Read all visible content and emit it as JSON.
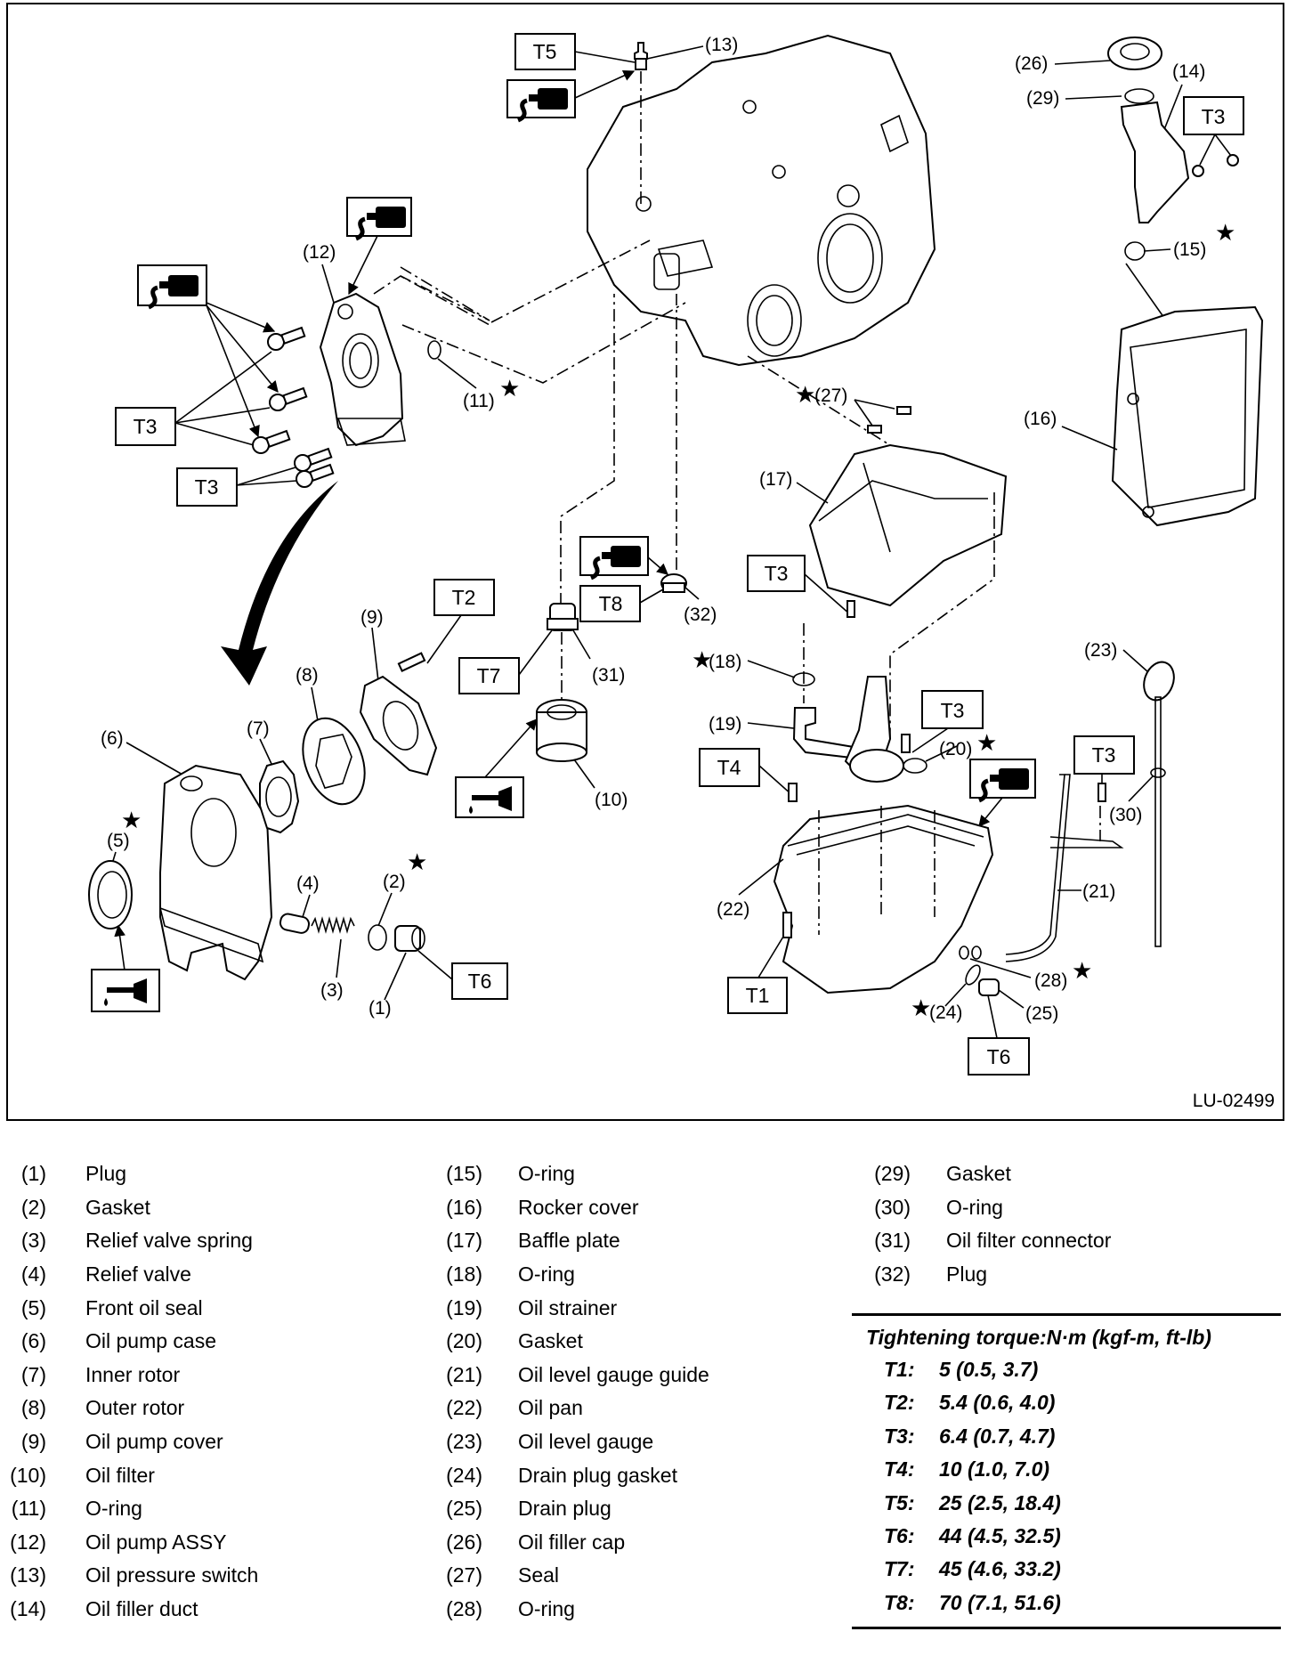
{
  "figure": {
    "id_label": "LU-02499",
    "symbols": {
      "sealant_icon": "liquid-gasket-sealant-icon",
      "oil_icon": "apply-engine-oil-icon",
      "star_icon": "replace-part-star-icon",
      "star_glyph": "★"
    },
    "callouts": {
      "c1": "(1)",
      "c2": "(2)",
      "c3": "(3)",
      "c4": "(4)",
      "c5": "(5)",
      "c6": "(6)",
      "c7": "(7)",
      "c8": "(8)",
      "c9": "(9)",
      "c10": "(10)",
      "c11": "(11)",
      "c12": "(12)",
      "c13": "(13)",
      "c14": "(14)",
      "c15": "(15)",
      "c16": "(16)",
      "c17": "(17)",
      "c18": "(18)",
      "c19": "(19)",
      "c20": "(20)",
      "c21": "(21)",
      "c22": "(22)",
      "c23": "(23)",
      "c24": "(24)",
      "c25": "(25)",
      "c26": "(26)",
      "c27": "(27)",
      "c28": "(28)",
      "c29": "(29)",
      "c30": "(30)",
      "c31": "(31)",
      "c32": "(32)"
    },
    "torque_tags": {
      "t1": "T1",
      "t2": "T2",
      "t3": "T3",
      "t4": "T4",
      "t5": "T5",
      "t6": "T6",
      "t7": "T7",
      "t8": "T8"
    }
  },
  "legend": {
    "col1": [
      {
        "num": "(1)",
        "name": "Plug"
      },
      {
        "num": "(2)",
        "name": "Gasket"
      },
      {
        "num": "(3)",
        "name": "Relief valve spring"
      },
      {
        "num": "(4)",
        "name": "Relief valve"
      },
      {
        "num": "(5)",
        "name": "Front oil seal"
      },
      {
        "num": "(6)",
        "name": "Oil pump case"
      },
      {
        "num": "(7)",
        "name": "Inner rotor"
      },
      {
        "num": "(8)",
        "name": "Outer rotor"
      },
      {
        "num": "(9)",
        "name": "Oil pump cover"
      },
      {
        "num": "(10)",
        "name": "Oil filter"
      },
      {
        "num": "(11)",
        "name": "O-ring"
      },
      {
        "num": "(12)",
        "name": "Oil pump ASSY"
      },
      {
        "num": "(13)",
        "name": "Oil pressure switch"
      },
      {
        "num": "(14)",
        "name": "Oil filler duct"
      }
    ],
    "col2": [
      {
        "num": "(15)",
        "name": "O-ring"
      },
      {
        "num": "(16)",
        "name": "Rocker cover"
      },
      {
        "num": "(17)",
        "name": "Baffle plate"
      },
      {
        "num": "(18)",
        "name": "O-ring"
      },
      {
        "num": "(19)",
        "name": "Oil strainer"
      },
      {
        "num": "(20)",
        "name": "Gasket"
      },
      {
        "num": "(21)",
        "name": "Oil level gauge guide"
      },
      {
        "num": "(22)",
        "name": "Oil pan"
      },
      {
        "num": "(23)",
        "name": "Oil level gauge"
      },
      {
        "num": "(24)",
        "name": "Drain plug gasket"
      },
      {
        "num": "(25)",
        "name": "Drain plug"
      },
      {
        "num": "(26)",
        "name": "Oil filler cap"
      },
      {
        "num": "(27)",
        "name": "Seal"
      },
      {
        "num": "(28)",
        "name": "O-ring"
      }
    ],
    "col3": [
      {
        "num": "(29)",
        "name": "Gasket"
      },
      {
        "num": "(30)",
        "name": "O-ring"
      },
      {
        "num": "(31)",
        "name": "Oil filter connector"
      },
      {
        "num": "(32)",
        "name": "Plug"
      }
    ]
  },
  "torque_table": {
    "title": "Tightening torque:N·m (kgf-m, ft-lb)",
    "rows": [
      {
        "code": "T1:",
        "value": "5 (0.5, 3.7)"
      },
      {
        "code": "T2:",
        "value": "5.4 (0.6, 4.0)"
      },
      {
        "code": "T3:",
        "value": "6.4 (0.7, 4.7)"
      },
      {
        "code": "T4:",
        "value": "10 (1.0, 7.0)"
      },
      {
        "code": "T5:",
        "value": "25 (2.5, 18.4)"
      },
      {
        "code": "T6:",
        "value": "44 (4.5, 32.5)"
      },
      {
        "code": "T7:",
        "value": "45 (4.6, 33.2)"
      },
      {
        "code": "T8:",
        "value": "70 (7.1, 51.6)"
      }
    ]
  }
}
